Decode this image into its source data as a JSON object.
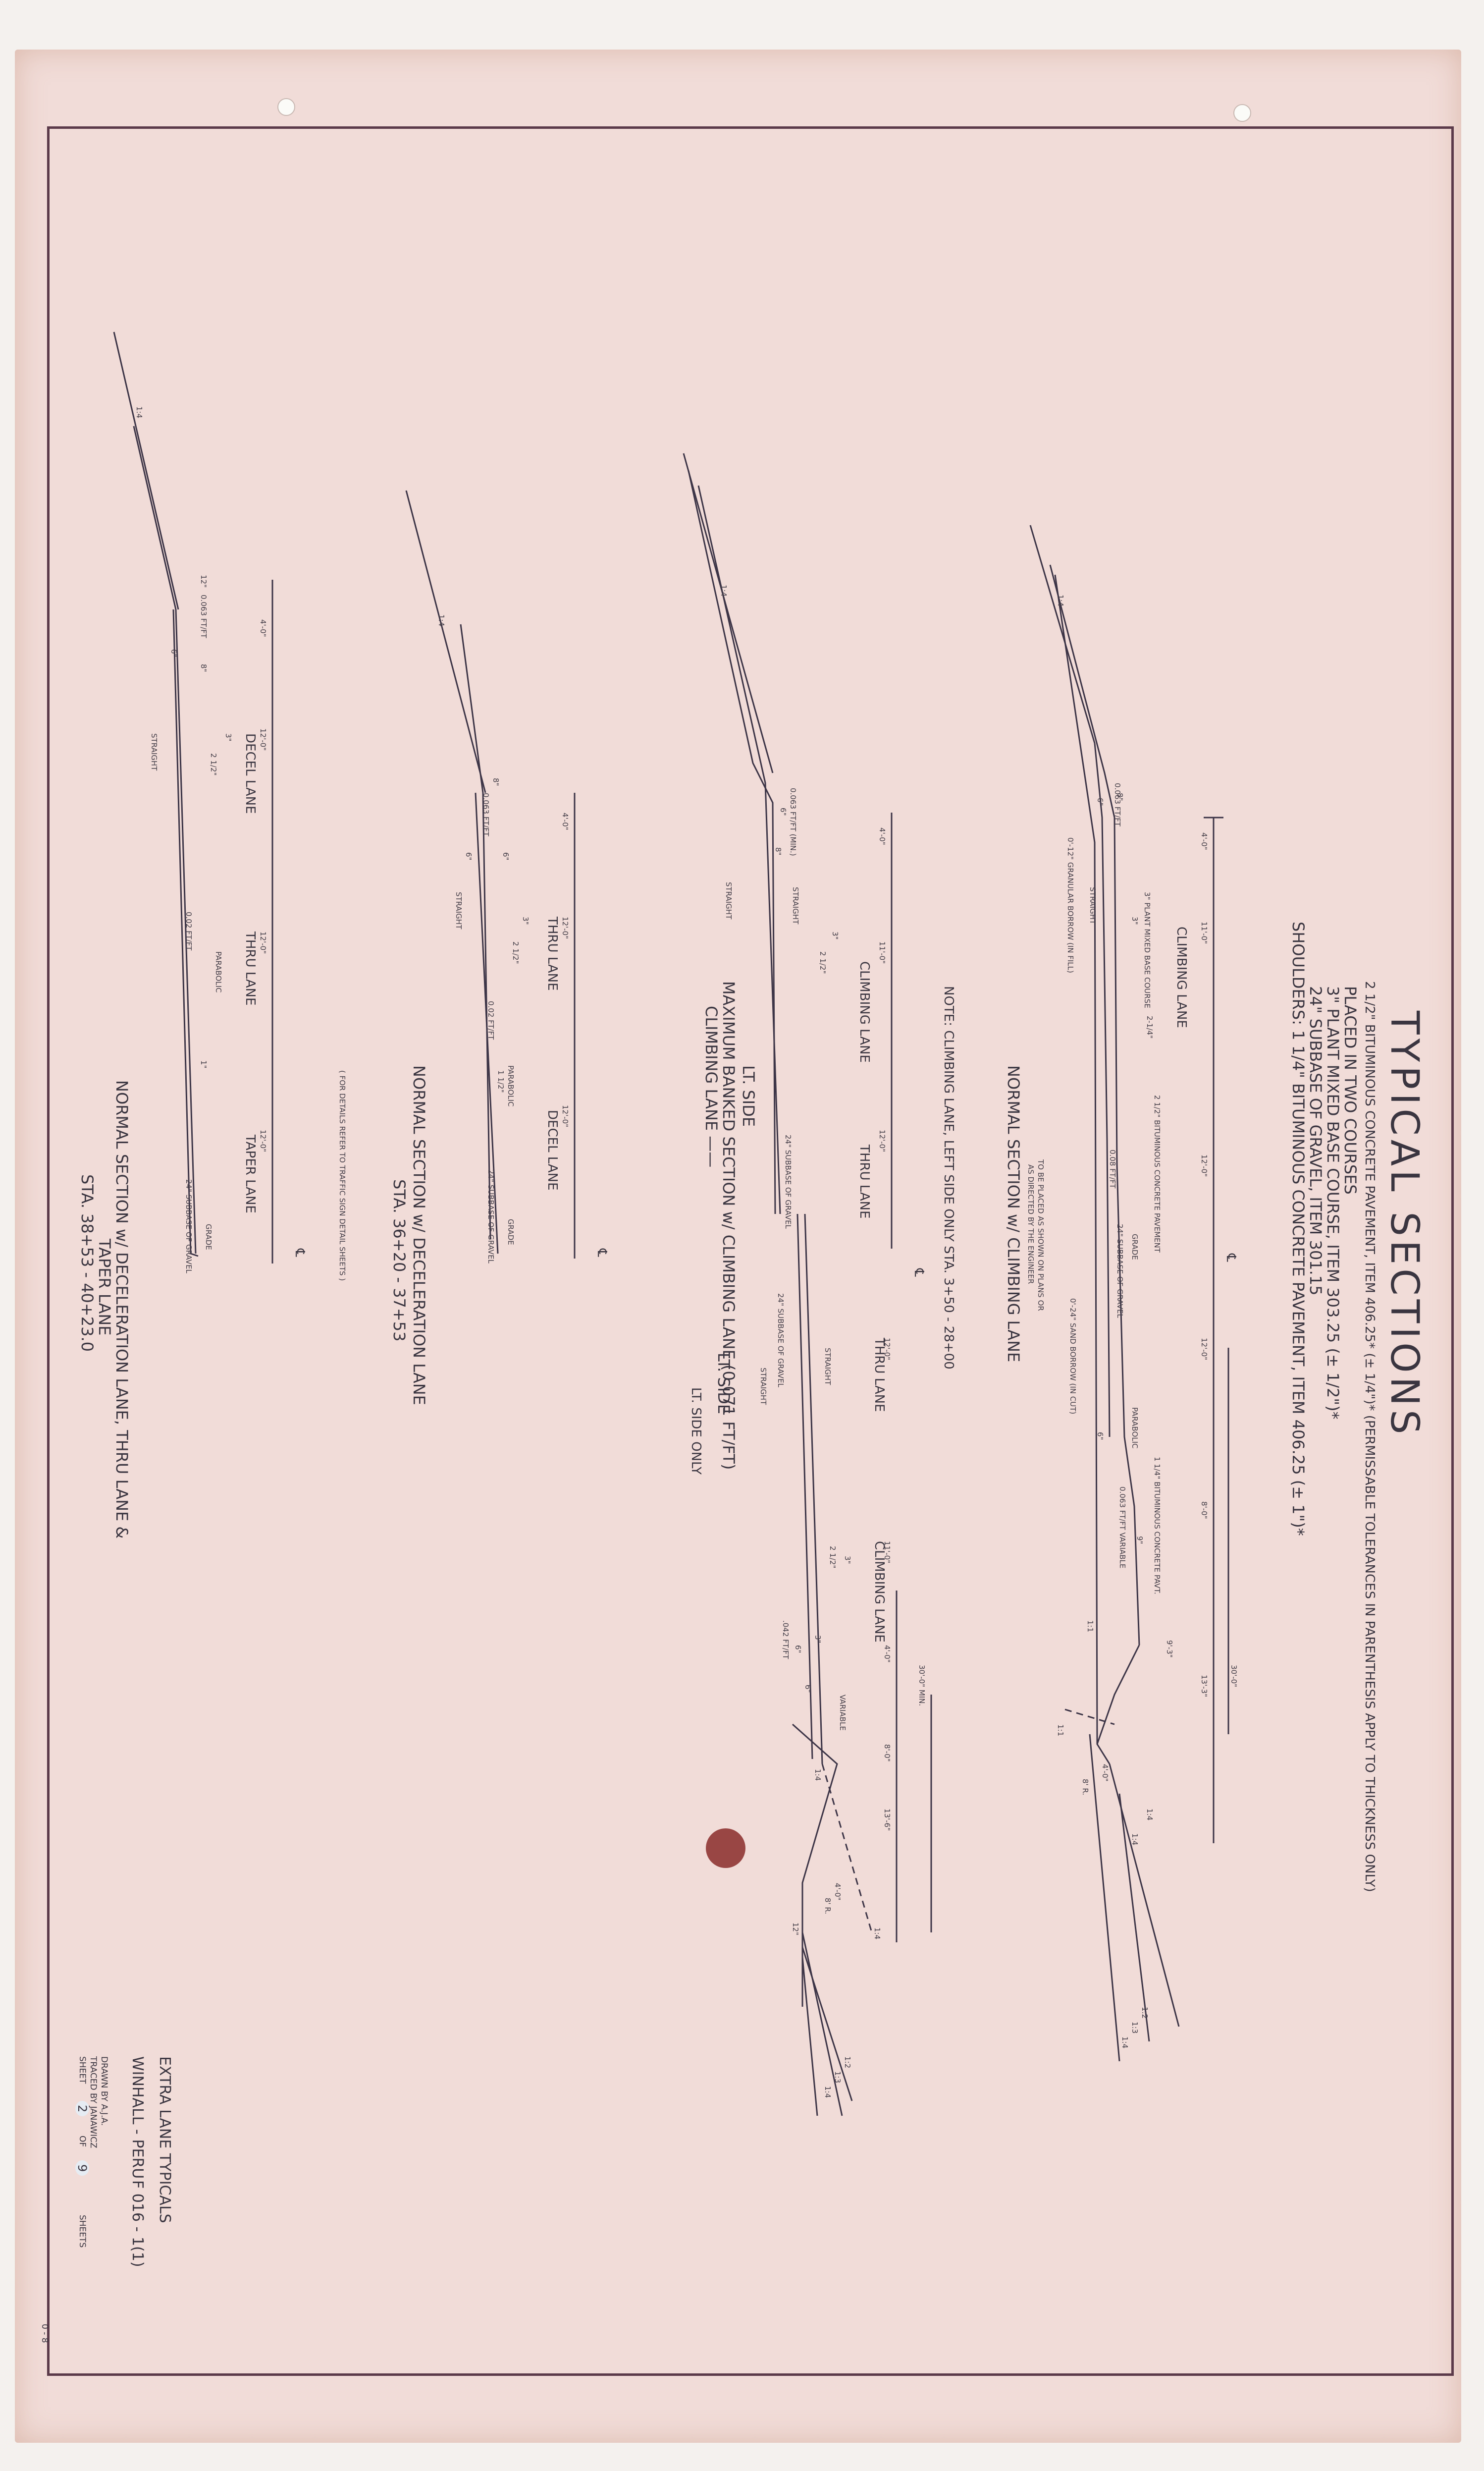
{
  "title": {
    "main": "TYPICAL  SECTIONS",
    "line1": "2 1/2\" BITUMINOUS CONCRETE PAVEMENT, ITEM 406.25* (± 1/4\")* (PERMISSABLE TOLERANCES IN PARENTHESIS APPLY TO THICKNESS ONLY)",
    "line2": "PLACED IN TWO COURSES",
    "line3": "3\" PLANT MIXED BASE COURSE, ITEM 303.25 (± 1/2\")*",
    "line4": "24\" SUBBASE OF GRAVEL, ITEM 301.15",
    "line5": "SHOULDERS:  1 1/4\" BITUMINOUS CONCRETE PAVEMENT, ITEM 406.25 (± 1\")*"
  },
  "section1": {
    "caption": "NORMAL  SECTION  w/ CLIMBING LANE",
    "dims": [
      "4'-0\"",
      "11'-0\"",
      "12'-0\"",
      "12'-0\"",
      "8'-0\"",
      "13'-3\"",
      "30'-0\"",
      "9'-3\"",
      "4'-0\"",
      "8' R."
    ],
    "lanes": [
      "CLIMBING  LANE"
    ],
    "slopes": [
      "1:4",
      "1:4",
      "1:2",
      "1:3",
      "1:4",
      "1:4",
      "1:1",
      "1:1"
    ],
    "labels": [
      "0.063 FT/FT",
      "0.08 FT/FT",
      "0.063 FT/FT VARIABLE",
      "3\" PLANT MIXED BASE COURSE",
      "2 1/2\" BITUMINOUS CONCRETE PAVEMENT",
      "1 1/4\" BITUMINOUS CONCRETE PAVT.",
      "STRAIGHT",
      "PARABOLIC",
      "GRADE",
      "24\" SUBBASE OF GRAVEL",
      "0'-12\" GRANULAR BORROW (IN FILL)",
      "0'-24\" SAND BORROW (IN CUT)",
      "TO BE PLACED AS SHOWN ON PLANS OR",
      "AS DIRECTED BY THE ENGINEER",
      "℄",
      "6\"",
      "8\"",
      "2-1/4\"",
      "3\"",
      "6\"",
      "9\""
    ]
  },
  "section2": {
    "note": "NOTE: CLIMBING LANE, LEFT SIDE ONLY    STA. 3+50 - 28+00",
    "caption1": "LT. SIDE",
    "caption2": "MAXIMUM  BANKED  SECTION  w/ CLIMBING  LANE (0.071 FT/FT)",
    "caption3": "CLIMBING  LANE  ——",
    "caption4": "LT. SIDE ONLY",
    "caption5": "LT. SIDE",
    "dims": [
      "4'-0\"",
      "11'-0\"",
      "12'-0\"",
      "12'-0\"",
      "11'-0\"",
      "4'-0\"",
      "8'-0\"",
      "13'-6\"",
      "30'-0\" MIN.",
      "4'-0\"",
      "8' R.",
      "12\""
    ],
    "lanes": [
      "CLIMBING  LANE",
      "THRU  LANE",
      "THRU  LANE",
      "CLIMBING  LANE"
    ],
    "labels": [
      "0.063 FT/FT (MIN.)",
      "STRAIGHT",
      "STRAIGHT",
      "24\" SUBBASE OF GRAVEL",
      "24\" SUBBASE OF GRAVEL",
      "STRAIGHT",
      "STRAIGHT",
      ".042 FT/FT",
      "VARIABLE",
      "2 1/2\"",
      "3\"",
      "6\"",
      "8\"",
      "3\"",
      "6\"",
      "2 1/2\"",
      "3\"",
      "6\"",
      "℄"
    ],
    "slopes": [
      "1:4",
      "1:4",
      "1:4",
      "1:2",
      "1:3",
      "1:4"
    ]
  },
  "section3": {
    "caption": "NORMAL  SECTION  w/ DECELERATION  LANE",
    "sta": "STA. 36+20 - 37+53",
    "detail_note": "( FOR DETAILS REFER TO TRAFFIC SIGN DETAIL SHEETS )",
    "dims": [
      "4'-0\"",
      "12'-0\"",
      "12'-0\""
    ],
    "lanes": [
      "THRU  LANE",
      "DECEL  LANE"
    ],
    "labels": [
      "0.063 FT/FT",
      "0.02 FT/FT",
      "STRAIGHT",
      "PARABOLIC",
      "24\" SUBBASE OF GRAVEL",
      "GRADE",
      "2 1/2\"",
      "3\"",
      "6\"",
      "8\"",
      "6\"",
      "1 1/2\"",
      "℄"
    ],
    "slopes": [
      "1:4"
    ]
  },
  "section4": {
    "caption1": "NORMAL  SECTION  w/ DECELERATION  LANE, THRU  LANE  &",
    "caption2": "TAPER  LANE",
    "sta": "STA. 38+53 - 40+23.0",
    "dims": [
      "4'-0\"",
      "12'-0\"",
      "12'-0\"",
      "12'-0\""
    ],
    "lanes": [
      "DECEL  LANE",
      "THRU  LANE",
      "TAPER  LANE"
    ],
    "labels": [
      "0.063 FT/FT",
      "0.02 FT/FT",
      "STRAIGHT",
      "PARABOLIC",
      "24\" SUBBASE OF GRAVEL",
      "GRADE",
      "2 1/2\"",
      "3\"",
      "6\"",
      "8\"",
      "12\"",
      "1\"",
      "℄"
    ],
    "slopes": [
      "1:4"
    ]
  },
  "title_block": {
    "project": "EXTRA  LANE  TYPICALS",
    "location": "WINHALL - PERU",
    "project_no": "F  016 - 1(1)",
    "drawn": "DRAWN  BY   A.J.A.",
    "traced": "TRACED  BY   JANAWICZ",
    "sheet_label": "SHEET",
    "sheet_no": "2",
    "of_label": "OF",
    "total": "9",
    "sheets_label": "SHEETS",
    "corner": "0 - 8"
  }
}
